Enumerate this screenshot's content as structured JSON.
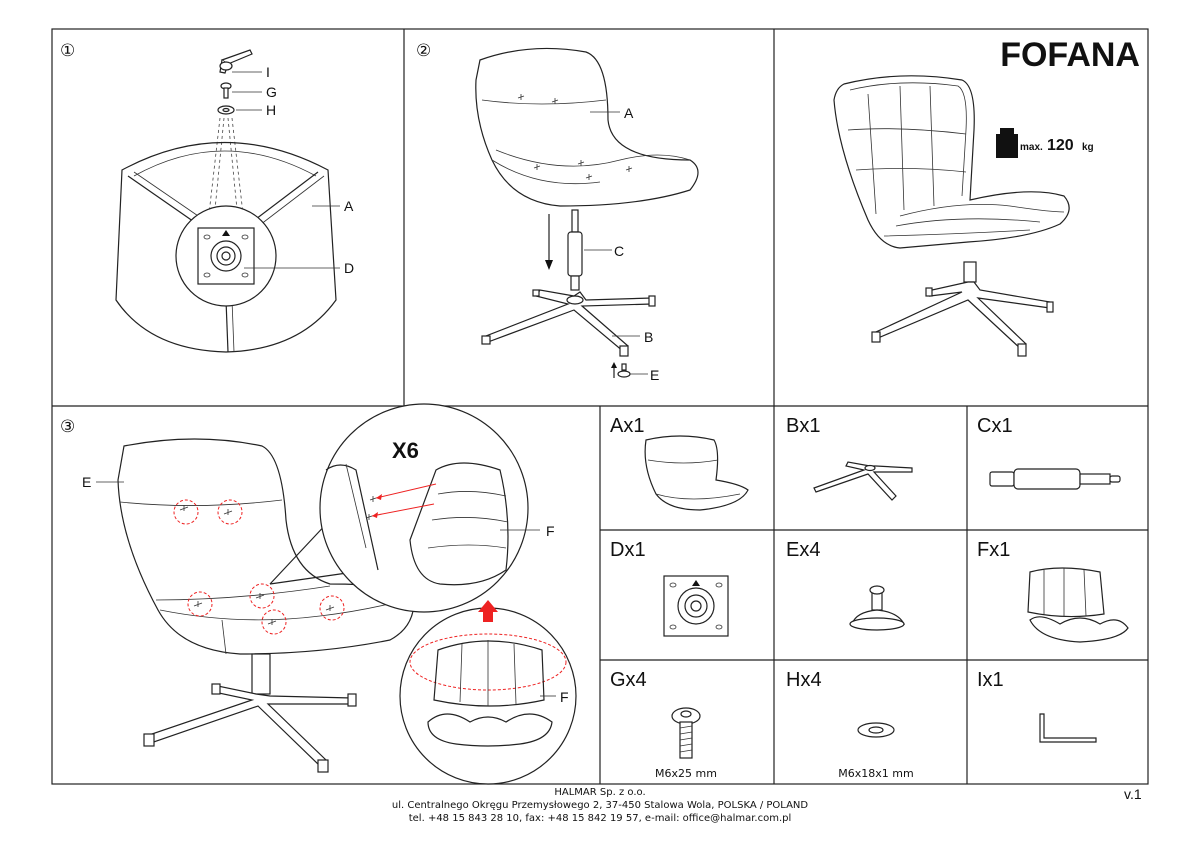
{
  "title": "FOFANA",
  "max_load": {
    "prefix": "max.",
    "value": "120",
    "unit": "kg"
  },
  "steps": {
    "step1": {
      "number": "①",
      "labels": {
        "i": "I",
        "g": "G",
        "h": "H",
        "a": "A",
        "d": "D"
      }
    },
    "step2": {
      "number": "②",
      "labels": {
        "a": "A",
        "c": "C",
        "b": "B",
        "e": "E"
      }
    },
    "step3": {
      "number": "③",
      "labels": {
        "e": "E",
        "f_top": "F",
        "f_bottom": "F",
        "x6": "X6"
      }
    }
  },
  "parts": [
    {
      "label": "Ax1",
      "caption": ""
    },
    {
      "label": "Bx1",
      "caption": ""
    },
    {
      "label": "Cx1",
      "caption": ""
    },
    {
      "label": "Dx1",
      "caption": ""
    },
    {
      "label": "Ex4",
      "caption": ""
    },
    {
      "label": "Fx1",
      "caption": ""
    },
    {
      "label": "Gx4",
      "caption": "M6x25 mm"
    },
    {
      "label": "Hx4",
      "caption": "M6x18x1 mm"
    },
    {
      "label": "Ix1",
      "caption": ""
    }
  ],
  "footer": {
    "company": "HALMAR Sp. z o.o.",
    "address": "ul. Centralnego Okręgu Przemysłowego 2, 37-450 Stalowa Wola, POLSKA / POLAND",
    "contact": "tel. +48 15 843 28 10, fax: +48 15 842 19 57, e-mail: office@halmar.com.pl"
  },
  "version": "v.1",
  "colors": {
    "line": "#222222",
    "accent_red": "#e22222"
  }
}
